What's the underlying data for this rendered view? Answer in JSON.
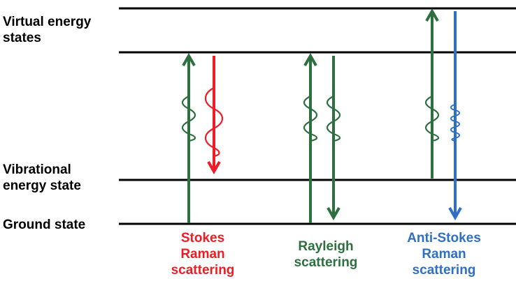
{
  "levels": {
    "virtual_label": "Virtual energy\nstates",
    "vibrational_label": "Vibrational\nenergy state",
    "ground_label": "Ground state"
  },
  "processes": {
    "stokes": {
      "label": "Stokes\nRaman\nscattering",
      "color": "#ee1c25"
    },
    "rayleigh": {
      "label": "Rayleigh\nscattering",
      "color": "#2e6f40"
    },
    "anti_stokes": {
      "label": "Anti-Stokes\nRaman\nscattering",
      "color": "#2f6fc6"
    }
  },
  "colors": {
    "level_line": "#000000",
    "excitation": "#2e6f40"
  }
}
